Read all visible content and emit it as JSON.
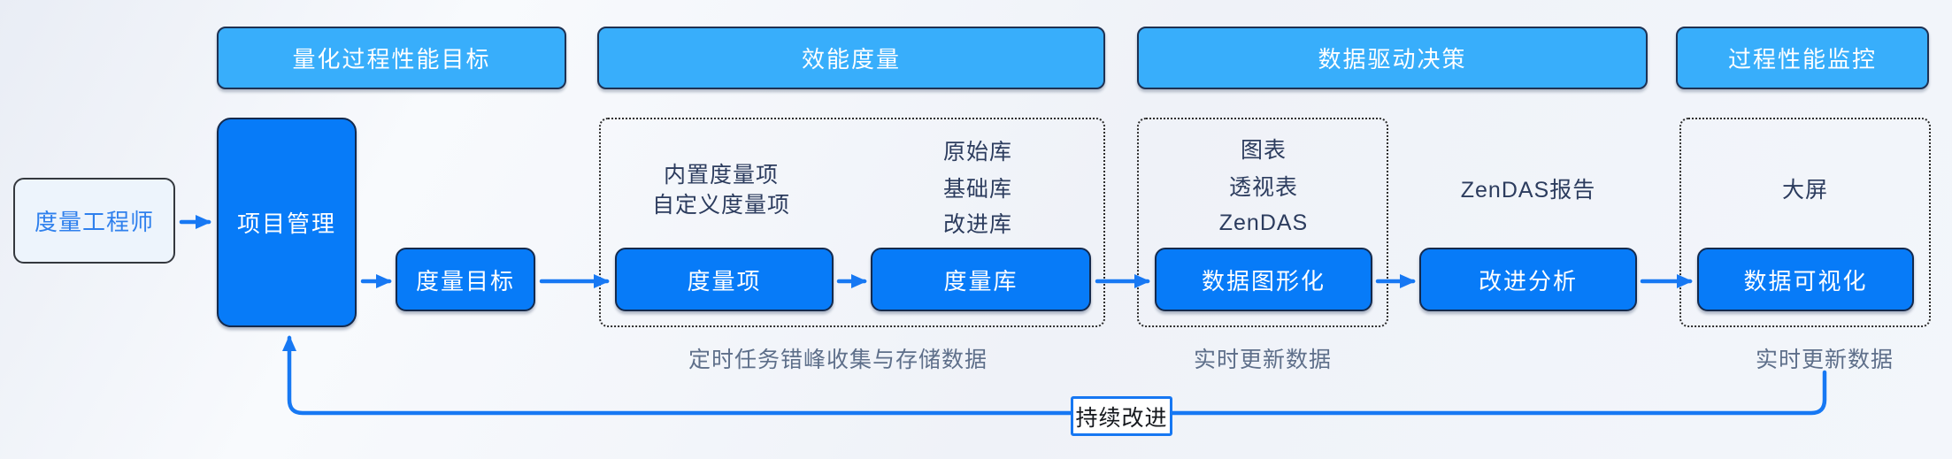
{
  "diagram": {
    "phases": [
      {
        "label": "量化过程性能目标"
      },
      {
        "label": "效能度量"
      },
      {
        "label": "数据驱动决策"
      },
      {
        "label": "过程性能监控"
      }
    ],
    "actor": {
      "label": "度量工程师"
    },
    "nodes": {
      "project_management": "项目管理",
      "measurement_goal": "度量目标",
      "measurement_item": "度量项",
      "measurement_repo": "度量库",
      "data_graphing": "数据图形化",
      "improvement_analysis": "改进分析",
      "data_visualization": "数据可视化"
    },
    "groups": {
      "item_types": [
        "内置度量项",
        "自定义度量项"
      ],
      "repo_types": [
        "原始库",
        "基础库",
        "改进库"
      ],
      "chart_types": [
        "图表",
        "透视表",
        "ZenDAS"
      ],
      "screen_types": [
        "大屏"
      ]
    },
    "annotations": {
      "zendas_report": "ZenDAS报告",
      "scheduled_caption": "定时任务错峰收集与存储数据",
      "realtime_caption_1": "实时更新数据",
      "realtime_caption_2": "实时更新数据",
      "loop_label": "持续改进"
    },
    "colors": {
      "phase_fill": "#38aefb",
      "node_fill": "#077bf8",
      "arrow": "#1778f3",
      "group_text": "#2c3c5e",
      "caption_text": "#5e6f8a",
      "actor_text": "#2f80ed",
      "loop_border": "#1677f2"
    }
  }
}
